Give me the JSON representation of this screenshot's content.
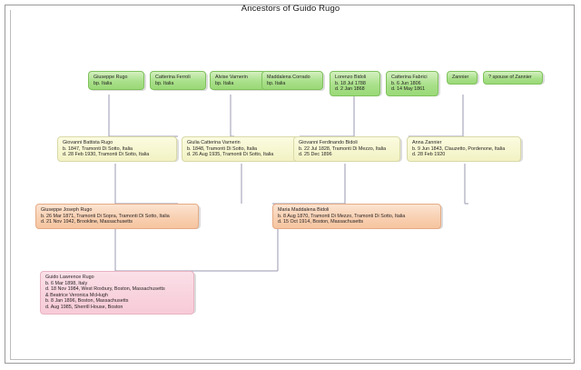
{
  "document": {
    "title": "Ancestors of Guido Rugo",
    "type": "genealogy-ancestor-chart"
  },
  "palette": {
    "great_grandparent": "#a9e08a",
    "grandparent": "#f6f6cf",
    "parent": "#f8cfb0",
    "subject": "#f8d2dd",
    "connector": "#9a9ab0",
    "frame": "#9a9a9a",
    "text": "#231f20"
  },
  "generations": [
    {
      "level": 1,
      "name": "great-grandparents",
      "color": "#a9e08a",
      "nodes": [
        {
          "id": "giuseppe-rugo",
          "name": "Giuseppe Rugo",
          "lines": [
            "bp. Italia"
          ]
        },
        {
          "id": "catterina-ferroli",
          "name": "Catterina Ferroli",
          "lines": [
            "bp. Italia"
          ]
        },
        {
          "id": "alvise-varnerin",
          "name": "Alvise Varnerin",
          "lines": [
            "bp. Italia"
          ]
        },
        {
          "id": "maddalena-corrado",
          "name": "Maddalena Corrado",
          "lines": [
            "bp. Italia"
          ]
        },
        {
          "id": "lorenzo-bidoli",
          "name": "Lorenzo Bidoli",
          "lines": [
            "b. 18 Jul 1788",
            "d. 2 Jan 1868"
          ]
        },
        {
          "id": "catterina-fabrici",
          "name": "Catterina Fabrici",
          "lines": [
            "b. 6 Jun 1806",
            "d. 14 May 1861"
          ]
        },
        {
          "id": "zannier",
          "name": "Zannier",
          "lines": []
        },
        {
          "id": "spouse-of-zannier",
          "name": "? spouse of Zannier",
          "lines": []
        }
      ]
    },
    {
      "level": 2,
      "name": "grandparents",
      "color": "#f6f6cf",
      "nodes": [
        {
          "id": "giovanni-battista-rugo",
          "name": "Giovanni Battista Rugo",
          "lines": [
            "b. 1847, Tramonti Di Sotto, Italia",
            "d. 28 Feb 1930, Tramonti Di Sotto, Italia"
          ]
        },
        {
          "id": "giulia-catterina-varnerin",
          "name": "Giulia Catterina Varnerin",
          "lines": [
            "b. 1848, Tramonti Di Sotto, Italia",
            "d. 26 Aug 1935, Tramonti Di Sotto, Italia"
          ]
        },
        {
          "id": "giovanni-ferdinando-bidoli",
          "name": "Giovanni Ferdinando Bidoli",
          "lines": [
            "b. 22 Jul 1828, Tramonti Di Mezzo, Italia",
            "d. 25 Dec 1896"
          ]
        },
        {
          "id": "anna-zannier",
          "name": "Anna Zannier",
          "lines": [
            "b. 9 Jun 1843, Clauzetto, Pordenone, Italia",
            "d. 28 Feb 1920"
          ]
        }
      ]
    },
    {
      "level": 3,
      "name": "parents",
      "color": "#f8cfb0",
      "nodes": [
        {
          "id": "giuseppe-joseph-rugo",
          "name": "Giuseppe Joseph Rugo",
          "lines": [
            "b. 26 Mar 1871, Tramonti Di Sopra, Tramonti Di Sotto, Italia",
            "d. 21 Nov 1942, Brookline, Massachusetts"
          ]
        },
        {
          "id": "maria-maddalena-bidoli",
          "name": "Maria Maddalena Bidoli",
          "lines": [
            "b. 8 Aug 1870, Tramonti Di Mezzo, Tramonti Di Sotto, Italia",
            "d. 15 Oct 1914, Boston, Massachusetts"
          ]
        }
      ]
    },
    {
      "level": 4,
      "name": "subject",
      "color": "#f8d2dd",
      "nodes": [
        {
          "id": "guido-lawrence-rugo",
          "name": "Guido Lawrence Rugo",
          "lines": [
            "b. 6 Mar 1898, Italy",
            "d. 18 Nov 1984, West Roxbury, Boston, Massachusetts",
            "& Beatrice Veronica McHugh",
            "b. 8 Jan 1896, Boston, Massachusetts",
            "d. Aug 1985, Sherrill House, Boston"
          ]
        }
      ]
    }
  ]
}
